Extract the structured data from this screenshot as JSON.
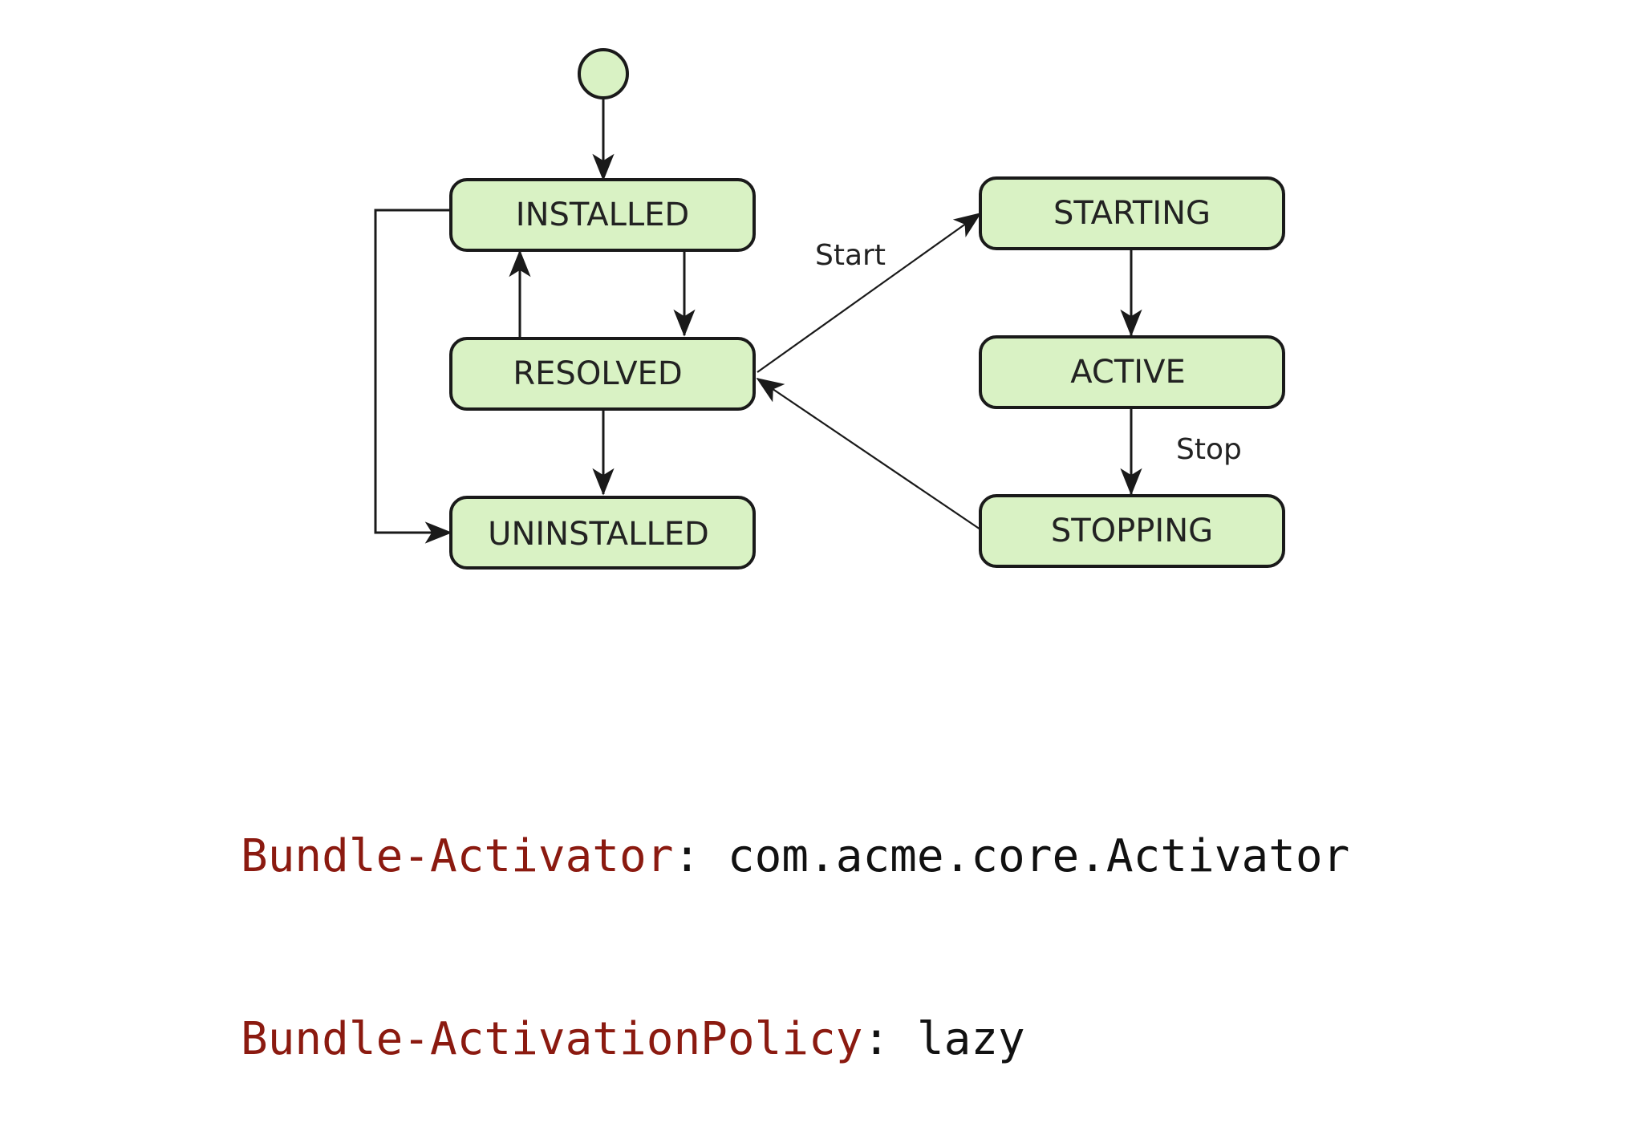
{
  "diagram": {
    "states": {
      "installed": "INSTALLED",
      "resolved": "RESOLVED",
      "uninstalled": "UNINSTALLED",
      "starting": "STARTING",
      "active": "ACTIVE",
      "stopping": "STOPPING"
    },
    "transitions": {
      "start": "Start",
      "stop": "Stop"
    },
    "colors": {
      "state_fill": "#d9f2c4",
      "stroke": "#1a1a1a"
    }
  },
  "manifest": {
    "lines": [
      {
        "key": "Bundle-Activator",
        "separator": ": ",
        "value": "com.acme.core.Activator"
      },
      {
        "key": "Bundle-ActivationPolicy",
        "separator": ": ",
        "value": "lazy"
      }
    ],
    "colors": {
      "key": "#8b1a10",
      "value": "#111111"
    }
  }
}
